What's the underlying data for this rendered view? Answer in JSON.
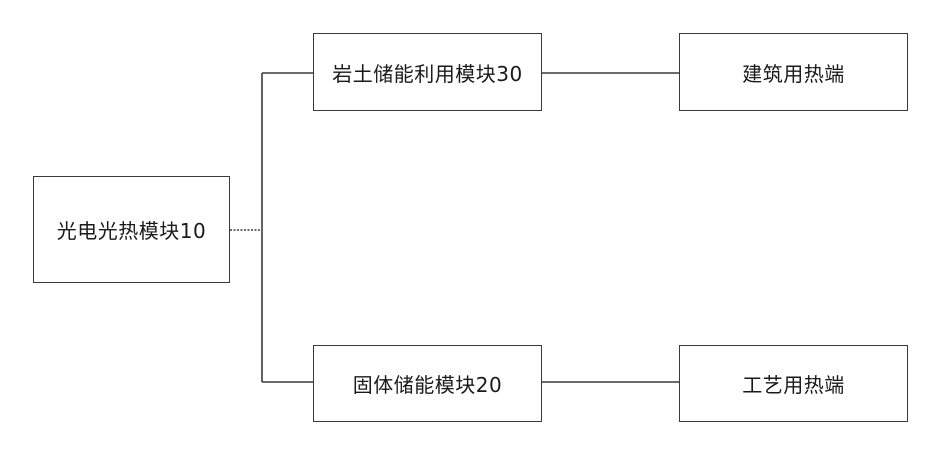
{
  "diagram": {
    "nodes": {
      "pv_thermal_module": "光电光热模块10",
      "geotech_storage_module": "岩土储能利用模块30",
      "solid_storage_module": "固体储能模块20",
      "building_heat_end": "建筑用热端",
      "process_heat_end": "工艺用热端"
    }
  }
}
